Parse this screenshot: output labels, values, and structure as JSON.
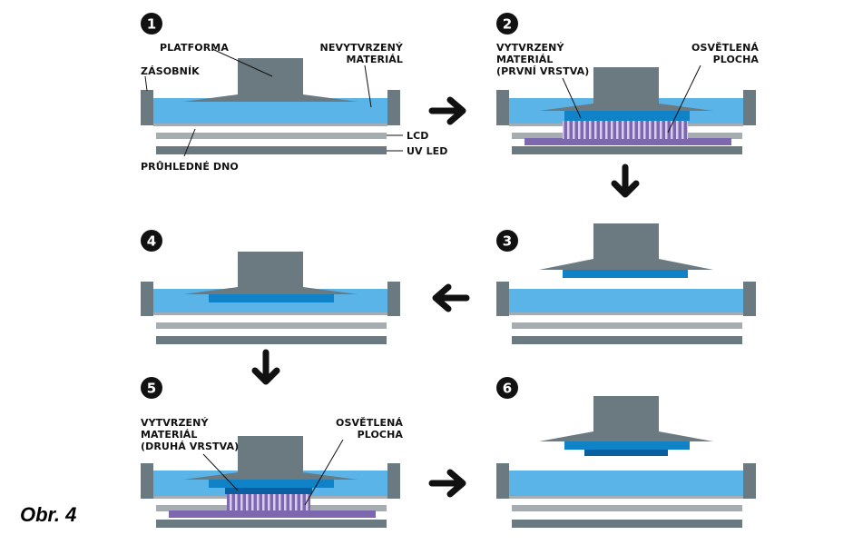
{
  "colors": {
    "frame": "#6b7a80",
    "liquid": "#5ab4e8",
    "layer": "#0f82c8",
    "lcd": "#a5adb1",
    "led": "#6b7a80",
    "exposure": "#7d68b0",
    "ink": "#111111"
  },
  "figure_label": "Obr. 4",
  "steps": [
    {
      "number": "1",
      "labels": {
        "platform": "PLATFORMA",
        "vat": "ZÁSOBNÍK",
        "uncured_1": "NEVYTVRZENÝ",
        "uncured_2": "MATERIÁL",
        "lcd": "LCD",
        "uv_led": "UV LED",
        "bottom": "PRŮHLEDNÉ DNO"
      }
    },
    {
      "number": "2",
      "labels": {
        "cured_1": "VYTVRZENÝ",
        "cured_2": "MATERIÁL",
        "cured_3": "(PRVNÍ VRSTVA)",
        "lit_1": "OSVĚTLENÁ",
        "lit_2": "PLOCHA"
      }
    },
    {
      "number": "3"
    },
    {
      "number": "4"
    },
    {
      "number": "5",
      "labels": {
        "cured_1": "VYTVRZENÝ",
        "cured_2": "MATERIÁL",
        "cured_3": "(DRUHÁ VRSTVA)",
        "lit_1": "OSVĚTLENÁ",
        "lit_2": "PLOCHA"
      }
    },
    {
      "number": "6"
    }
  ],
  "flow_arrows": [
    {
      "from": "1",
      "to": "2",
      "direction": "right"
    },
    {
      "from": "2",
      "to": "3",
      "direction": "down"
    },
    {
      "from": "3",
      "to": "4",
      "direction": "left"
    },
    {
      "from": "4",
      "to": "5",
      "direction": "down"
    },
    {
      "from": "5",
      "to": "6",
      "direction": "right"
    }
  ]
}
